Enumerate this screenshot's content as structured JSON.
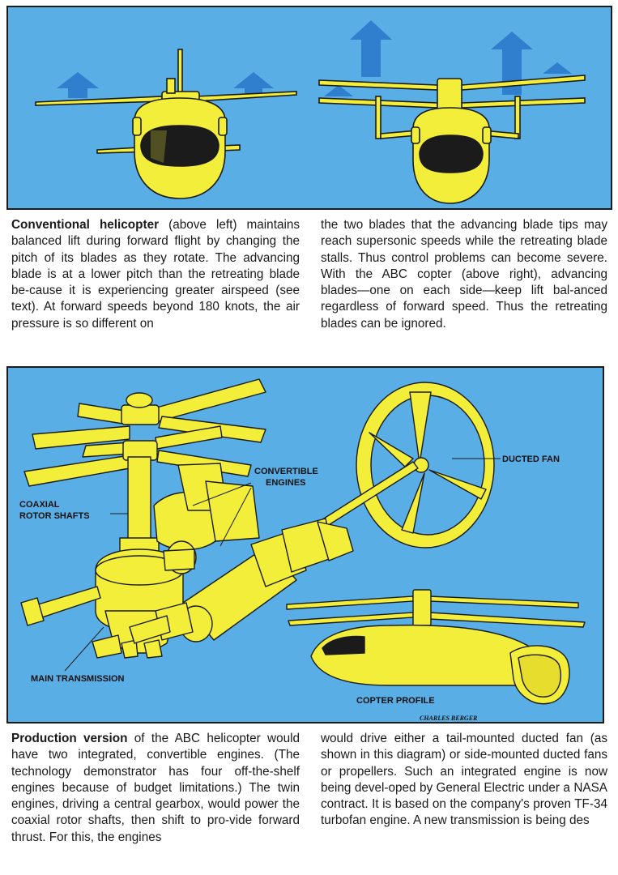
{
  "captions": {
    "top_left_lead": "Conventional helicopter",
    "top_left_body": " (above left) maintains balanced lift during forward flight by changing the pitch of its blades as they rotate. The advancing blade is at a lower pitch than the retreating blade be-cause it is experiencing greater airspeed (see text). At forward speeds beyond 180 knots, the air pressure is so different on",
    "top_right": "the two blades that the advancing blade tips may reach supersonic speeds while the retreating blade stalls. Thus control problems can become severe. With the ABC copter (above right), advancing blades—one on each side—keep lift bal-anced regardless of forward speed. Thus the retreating blades can be ignored.",
    "bottom_left_lead": "Production version",
    "bottom_left_body": " of the ABC helicopter would have two integrated, convertible engines. (The technology demonstrator has four off-the-shelf engines because of budget limitations.) The twin engines, driving a central gearbox, would power the coaxial rotor shafts, then shift to pro-vide forward thrust. For this, the engines",
    "bottom_right": "would drive either a tail-mounted ducted fan (as shown in this diagram) or side-mounted ducted fans or propellers. Such an integrated engine is now being devel-oped by General Electric under a NASA contract. It is based on the company's proven TF-34 turbofan engine. A new transmission is being des"
  },
  "diagram_labels": {
    "convertible_engines_1": "CONVERTIBLE",
    "convertible_engines_2": "ENGINES",
    "ducted_fan": "DUCTED FAN",
    "coaxial_1": "COAXIAL",
    "coaxial_2": "ROTOR SHAFTS",
    "main_transmission": "MAIN TRANSMISSION",
    "copter_profile": "COPTER PROFILE",
    "artist": "CHARLES BERGER"
  },
  "colors": {
    "sky_blue": "#5aaee6",
    "machine_yellow": "#f3ee3a",
    "arrow_blue": "#2f7fce",
    "outline": "#1b1b1b"
  }
}
